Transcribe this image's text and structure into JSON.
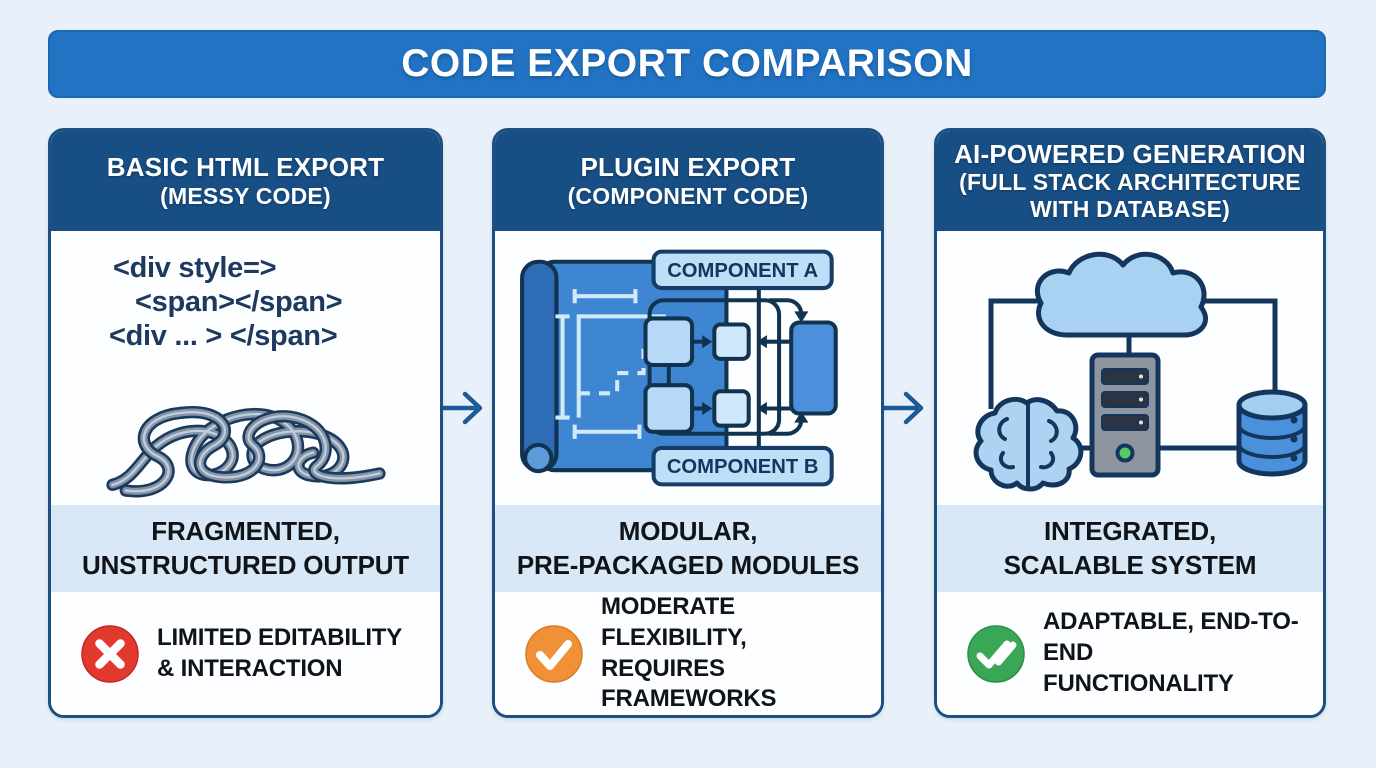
{
  "page": {
    "title": "CODE EXPORT COMPARISON"
  },
  "colors": {
    "banner_blue": "#2273c3",
    "header_navy": "#174e84",
    "column_border": "#1d5080",
    "band_light_blue": "#d9e8f6",
    "page_background": "#e8f1f9",
    "code_navy": "#1d3a5e",
    "arrow_blue": "#1d5a9a",
    "cross_red": "#e2392f",
    "check_orange": "#f09138",
    "check_green": "#3aa757"
  },
  "icons": {
    "flow_arrow": "arrow-right-icon",
    "negative": "cross-icon",
    "partial": "check-icon",
    "positive": "double-check-icon"
  },
  "columns": [
    {
      "header": {
        "title": "BASIC HTML EXPORT",
        "subtitle": "(MESSY CODE)"
      },
      "illustration": {
        "name": "messy-code-tangle",
        "code_lines": [
          "<div style=>",
          "<span></span>",
          "<div ... > </span>"
        ]
      },
      "feature": "FRAGMENTED,\nUNSTRUCTURED OUTPUT",
      "verdict": {
        "icon": "cross-icon",
        "icon_color": "#e2392f",
        "text": "LIMITED EDITABILITY\n& INTERACTION"
      }
    },
    {
      "header": {
        "title": "PLUGIN EXPORT",
        "subtitle": "(COMPONENT CODE)"
      },
      "illustration": {
        "name": "component-blueprint",
        "labels": {
          "component_a": "COMPONENT A",
          "component_b": "COMPONENT B"
        }
      },
      "feature": "MODULAR,\nPRE-PACKAGED MODULES",
      "verdict": {
        "icon": "check-icon",
        "icon_color": "#f09138",
        "text": "MODERATE FLEXIBILITY,\nREQUIRES FRAMEWORKS"
      }
    },
    {
      "header": {
        "title": "AI-POWERED GENERATION",
        "subtitle": "(FULL STACK ARCHITECTURE WITH DATABASE)"
      },
      "illustration": {
        "name": "ai-full-stack"
      },
      "feature": "INTEGRATED,\nSCALABLE SYSTEM",
      "verdict": {
        "icon": "double-check-icon",
        "icon_color": "#3aa757",
        "text": "ADAPTABLE, END-TO-END\nFUNCTIONALITY"
      }
    }
  ]
}
